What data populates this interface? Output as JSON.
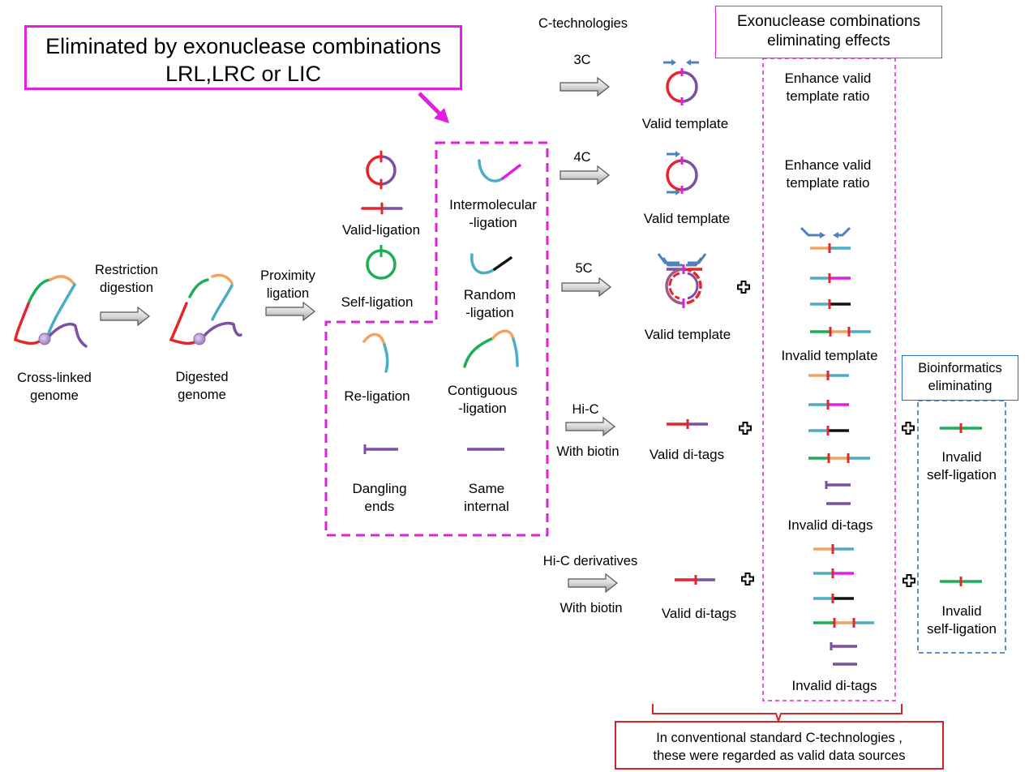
{
  "header": {
    "eliminated_box": [
      "Eliminated by exonuclease combinations",
      "LRL,LRC or LIC"
    ],
    "exo_box": [
      "Exonuclease combinations",
      "eliminating effects"
    ],
    "bioinformatics_box": [
      "Bioinformatics",
      "eliminating"
    ],
    "conventional_box": [
      "In conventional standard  C-technologies ,",
      "these were regarded as valid data sources"
    ]
  },
  "left_flow": {
    "cross_linked": [
      "Cross-linked",
      "genome"
    ],
    "restriction": [
      "Restriction",
      "digestion"
    ],
    "digested": [
      "Digested",
      "genome"
    ],
    "proximity": [
      "Proximity",
      "ligation"
    ]
  },
  "ligation_products": {
    "valid": "Valid-ligation",
    "self": "Self-ligation",
    "intermolecular": [
      "Intermolecular",
      "-ligation"
    ],
    "random": [
      "Random",
      "-ligation"
    ],
    "re": "Re-ligation",
    "contiguous": [
      "Contiguous",
      "-ligation"
    ],
    "dangling": [
      "Dangling",
      "ends"
    ],
    "same_internal": [
      "Same",
      "internal"
    ]
  },
  "technologies": {
    "heading": "C-technologies",
    "c3": "3C",
    "c4": "4C",
    "c5": "5C",
    "hic": "Hi-C",
    "hic_biotin": "With biotin",
    "hic_deriv": "Hi-C derivatives",
    "deriv_biotin": "With biotin"
  },
  "results": {
    "valid_template_3c": "Valid template",
    "valid_template_4c": "Valid template",
    "valid_template_5c": "Valid template",
    "valid_ditags_hic": "Valid di-tags",
    "valid_ditags_deriv": "Valid di-tags"
  },
  "exonuclease_effects": {
    "enhance_3c": [
      "Enhance  valid",
      "template  ratio"
    ],
    "enhance_4c": [
      "Enhance  valid",
      "template  ratio"
    ],
    "invalid_template": "Invalid template",
    "invalid_ditags_hic": "Invalid di-tags",
    "invalid_ditags_deriv": "Invalid di-tags"
  },
  "bioinformatics_effects": {
    "invalid_self_hic": [
      "Invalid",
      "self-ligation"
    ],
    "invalid_self_deriv": [
      "Invalid",
      "self-ligation"
    ]
  },
  "colors": {
    "magenta": "#e31ee3",
    "red": "#e3262b",
    "purple": "#7b4fa3",
    "teal": "#4bacc6",
    "orange": "#f3a35f",
    "green": "#1cae56",
    "blue": "#4f81bd",
    "black": "#111111"
  }
}
